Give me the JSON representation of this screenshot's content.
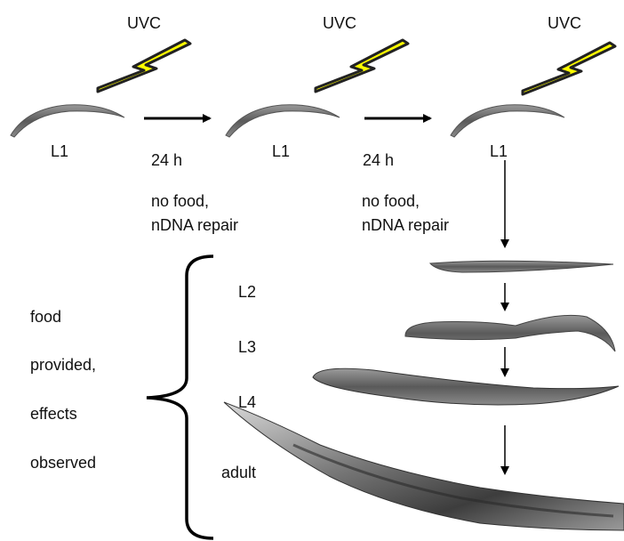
{
  "uvc_labels": [
    "UVC",
    "UVC",
    "UVC"
  ],
  "stage_labels": [
    "L1",
    "L1",
    "L1"
  ],
  "durations": [
    "24 h",
    "24 h"
  ],
  "conditions": [
    {
      "line1": "no food,",
      "line2": "nDNA repair"
    },
    {
      "line1": "no food,",
      "line2": "nDNA repair"
    }
  ],
  "dev_stages": [
    "L2",
    "L3",
    "L4",
    "adult"
  ],
  "brace_text": [
    "food",
    "provided,",
    "effects",
    "observed"
  ],
  "colors": {
    "bolt_fill": "#ffff00",
    "bolt_outline": "#222222",
    "worm_body": "#6e6e6e",
    "arrow": "#000000"
  },
  "icons": [
    "lightning-bolt-icon",
    "worm-icon",
    "arrow-icon",
    "curly-brace-icon"
  ]
}
